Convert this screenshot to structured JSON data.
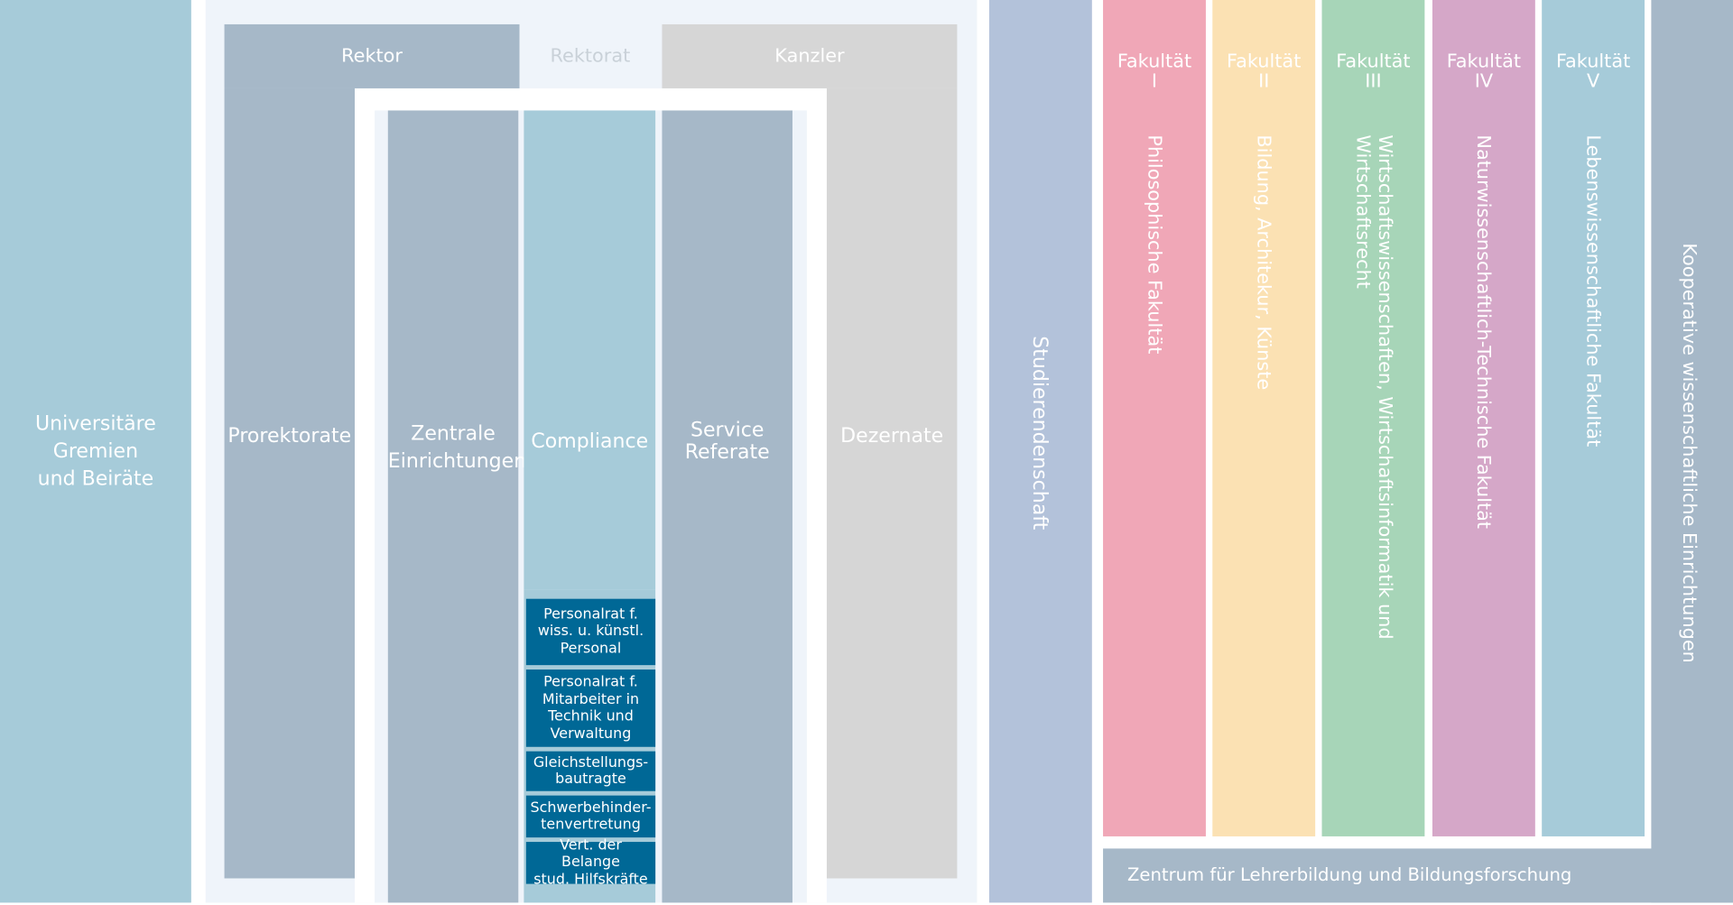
{
  "left": {
    "gremien": "Universitäre\nGremien\nund Beiräte"
  },
  "rektorat": {
    "title": "Rektorat",
    "rektor": "Rektor",
    "kanzler": "Kanzler",
    "prorektorate": "Prorektorate",
    "zentrale": "Zentrale\nEinrichtungen",
    "compliance": "Compliance",
    "service": "Service\nReferate",
    "dezernate": "Dezernate",
    "stack": [
      "Personalrat f.\nwiss. u. künstl.\nPersonal",
      "Personalrat f.\nMitarbeiter in\nTechnik und\nVerwaltung",
      "Gleichstellungs-\nbautragte",
      "Schwerbehinder-\ntenvertretung",
      "Vert. der Belange\nstud. Hilfskräfte"
    ]
  },
  "studierendenschaft": "Studierendenschaft",
  "faculties": [
    {
      "head": "Fakultät\nI",
      "name": "Philosophische Fakultät",
      "color": "#f0a7b7"
    },
    {
      "head": "Fakultät\nII",
      "name": "Bildung, Architekur, Künste",
      "color": "#fbe1b3"
    },
    {
      "head": "Fakultät\nIII",
      "name": "Wirtschaftswissenschaften, Wirtschaftsinformatik und\nWirtschaftsrecht",
      "color": "#a7d5b8"
    },
    {
      "head": "Fakultät\nIV",
      "name": "Naturwissenschaftlich-Technische Fakultät",
      "color": "#d5a7c8"
    },
    {
      "head": "Fakultät\nV",
      "name": "Lebenswissenschaftliche Fakultät",
      "color": "#a6cbd9"
    }
  ],
  "kooperative": "Kooperative wissenschaftliche Einrichtungen",
  "zentrum": "Zentrum für Lehrerbildung und Bildungsforschung",
  "colors": {
    "panel": "#eff4fa",
    "slate": "#a6b8c8",
    "gray": "#d6d6d6",
    "dark": "#006896",
    "studierendenschaft": "#b3c2da",
    "rektorat_title": "#c9d1d8"
  }
}
